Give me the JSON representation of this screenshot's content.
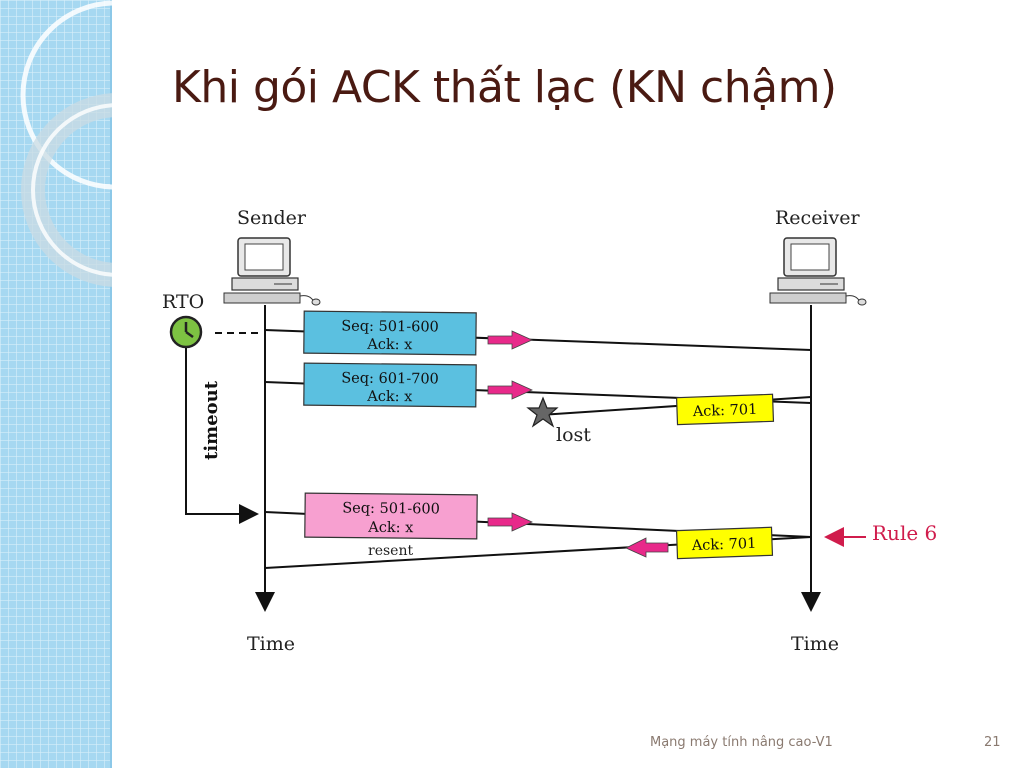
{
  "slide": {
    "title": "Khi gói ACK thất lạc (KN chậm)",
    "footer_text": "Mạng máy tính nâng cao-V1",
    "page_number": "21"
  },
  "diagram": {
    "sender_label": "Sender",
    "receiver_label": "Receiver",
    "rto_label": "RTO",
    "timeout_label": "timeout",
    "segment1": {
      "line1": "Seq: 501-600",
      "line2": "Ack: x"
    },
    "segment2": {
      "line1": "Seq: 601-700",
      "line2": "Ack: x"
    },
    "segment3": {
      "line1": "Seq: 501-600",
      "line2": "Ack: x"
    },
    "ack_lost": "Ack: 701",
    "ack_resent": "Ack: 701",
    "lost_label": "lost",
    "resent_label": "resent",
    "rule_label": "Rule 6",
    "time_left": "Time",
    "time_right": "Time"
  },
  "colors": {
    "title": "#4a1a12",
    "segment_blue": "#5bc0e0",
    "segment_pink": "#f7a0d0",
    "ack_yellow": "#ffff00",
    "arrow_magenta": "#e8298a",
    "rule_red": "#d01c4c",
    "clock_green": "#7dc242",
    "sidebar_blue": "#9fd3ef"
  }
}
